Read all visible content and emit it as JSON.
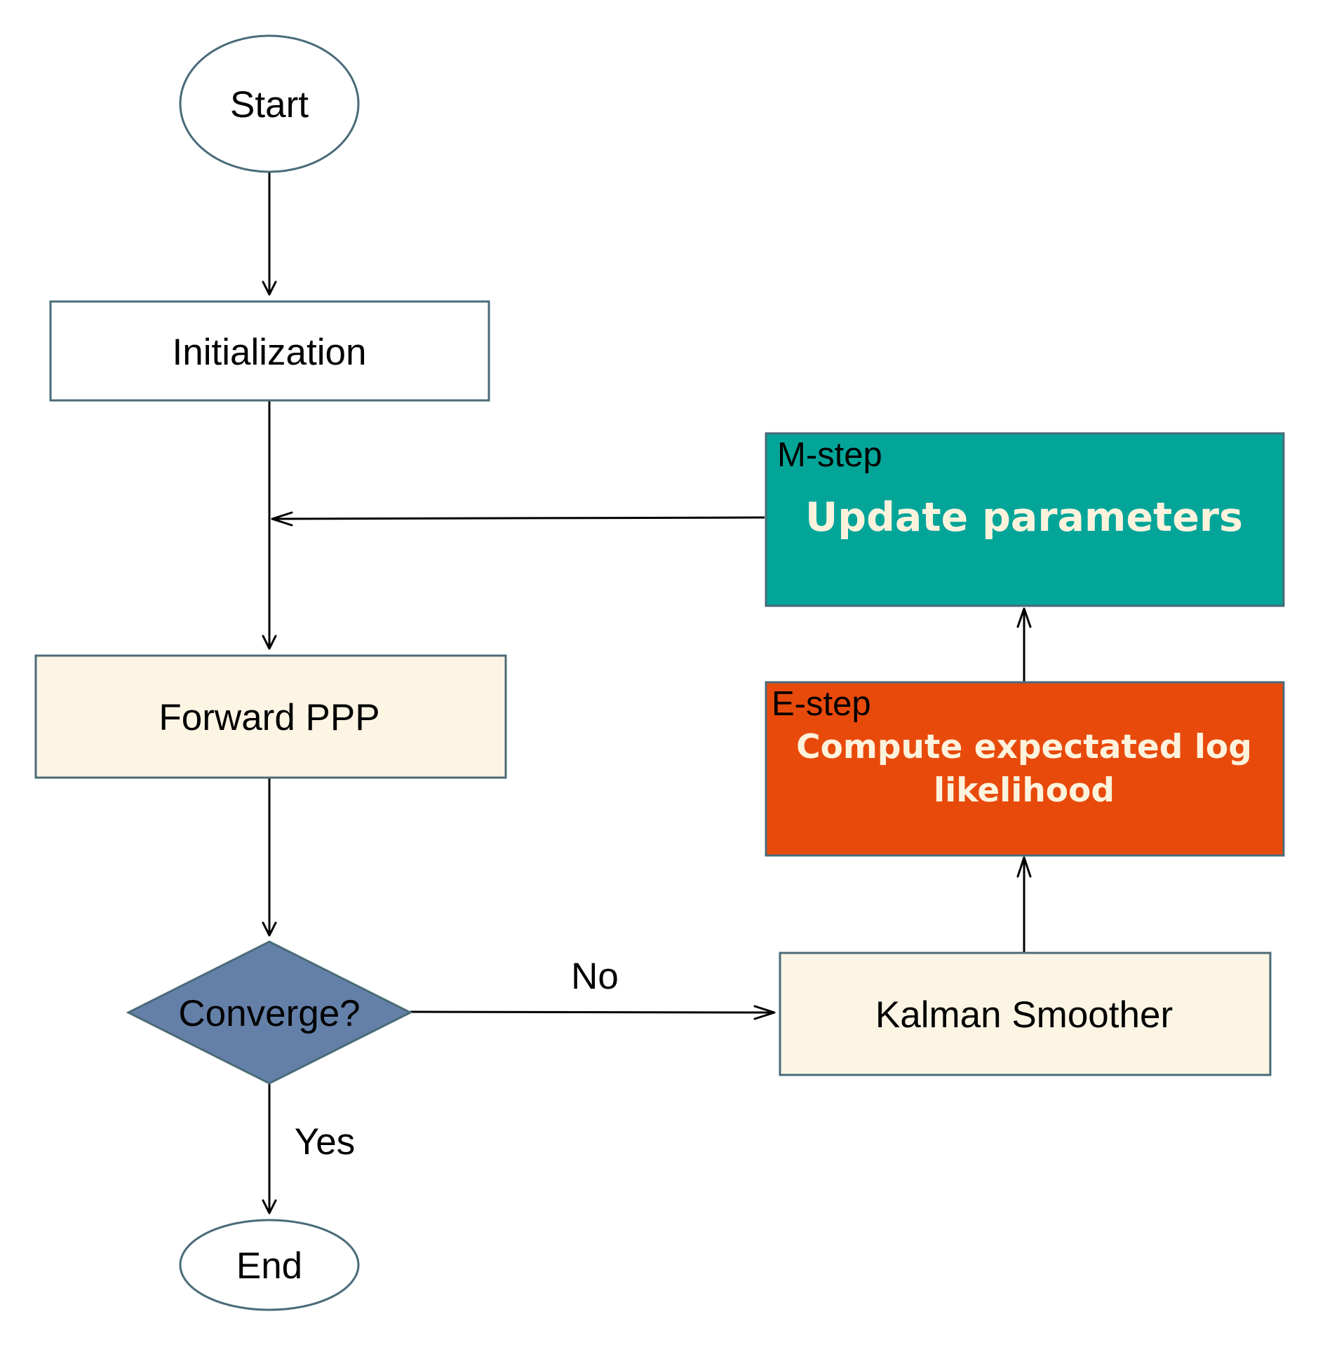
{
  "nodes": {
    "start": {
      "label": "Start"
    },
    "initialization": {
      "label": "Initialization"
    },
    "forward_ppp": {
      "label": "Forward PPP"
    },
    "converge": {
      "label": "Converge?"
    },
    "end": {
      "label": "End"
    },
    "kalman_smoother": {
      "label": "Kalman Smoother"
    },
    "e_step": {
      "tag": "E-step",
      "line1": "Compute expectated log",
      "line2": "likelihood"
    },
    "m_step": {
      "tag": "M-step",
      "title": "Update parameters"
    }
  },
  "edges": {
    "no_label": "No",
    "yes_label": "Yes"
  },
  "colors": {
    "node_border": "#4a6b78",
    "cream_fill": "#fdf5e4",
    "diamond_fill": "#6480a8",
    "e_step_fill": "#e84a0c",
    "m_step_fill": "#04a599",
    "bold_text": "#fdf3dd",
    "edge": "#000000"
  }
}
